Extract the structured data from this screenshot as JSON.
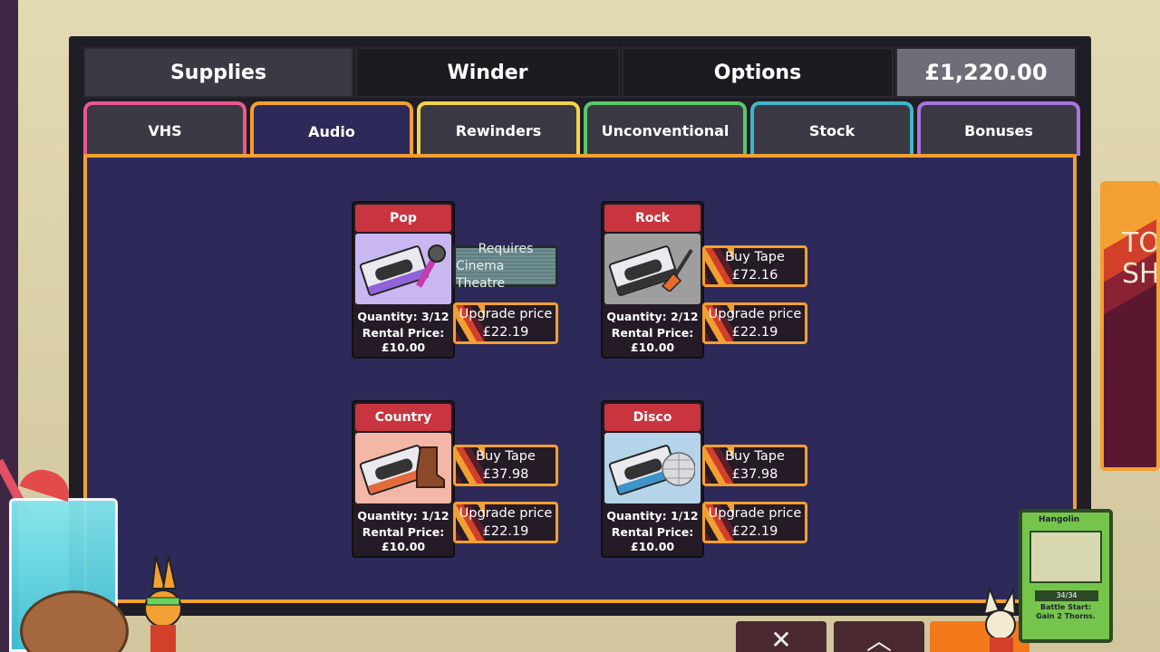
{
  "topbar": {
    "tabs": [
      {
        "label": "Supplies"
      },
      {
        "label": "Winder"
      },
      {
        "label": "Options"
      }
    ],
    "money": "£1,220.00"
  },
  "tabs": [
    {
      "label": "VHS",
      "color": "#e85a8f"
    },
    {
      "label": "Audio",
      "color": "#f2a032"
    },
    {
      "label": "Rewinders",
      "color": "#f2d44a"
    },
    {
      "label": "Unconventional",
      "color": "#5cc86a"
    },
    {
      "label": "Stock",
      "color": "#3fb6c9"
    },
    {
      "label": "Bonuses",
      "color": "#a875e0"
    }
  ],
  "active_tab": "Audio",
  "genres": [
    {
      "name": "Pop",
      "image_bg": "#c9b7f2",
      "stripe": "#8f63d9",
      "decor_icon": "microphone-icon",
      "quantity": "Quantity: 3/12",
      "rental_label": "Rental Price:",
      "rental_price": "£10.00",
      "requires": {
        "line1": "Requires",
        "line2": "Cinema Theatre"
      },
      "upgrade": {
        "label": "Upgrade price",
        "price": "£22.19"
      }
    },
    {
      "name": "Rock",
      "image_bg": "#9e9e9e",
      "stripe": "#333333",
      "decor_icon": "electric-guitar-icon",
      "quantity": "Quantity: 2/12",
      "rental_label": "Rental Price:",
      "rental_price": "£10.00",
      "buy": {
        "label": "Buy Tape",
        "price": "£72.16"
      },
      "upgrade": {
        "label": "Upgrade price",
        "price": "£22.19"
      }
    },
    {
      "name": "Country",
      "image_bg": "#f2b7a7",
      "stripe": "#e36b3b",
      "decor_icon": "cowboy-boot-icon",
      "quantity": "Quantity: 1/12",
      "rental_label": "Rental Price:",
      "rental_price": "£10.00",
      "buy": {
        "label": "Buy Tape",
        "price": "£37.98"
      },
      "upgrade": {
        "label": "Upgrade price",
        "price": "£22.19"
      }
    },
    {
      "name": "Disco",
      "image_bg": "#b5d3e9",
      "stripe": "#3c94c8",
      "decor_icon": "disco-ball-icon",
      "quantity": "Quantity: 1/12",
      "rental_label": "Rental Price:",
      "rental_price": "£10.00",
      "buy": {
        "label": "Buy Tape",
        "price": "£37.98"
      },
      "upgrade": {
        "label": "Upgrade price",
        "price": "£22.19"
      }
    }
  ],
  "side": {
    "to_shop": "TO SHOP"
  },
  "bottom": {
    "close_icon": "close-icon",
    "up_icon": "chevron-up-icon"
  },
  "game_card": {
    "name": "Hangolin",
    "hp": "34/34",
    "ability_line1": "Battle Start:",
    "ability_line2": "Gain 2 Thorns."
  }
}
